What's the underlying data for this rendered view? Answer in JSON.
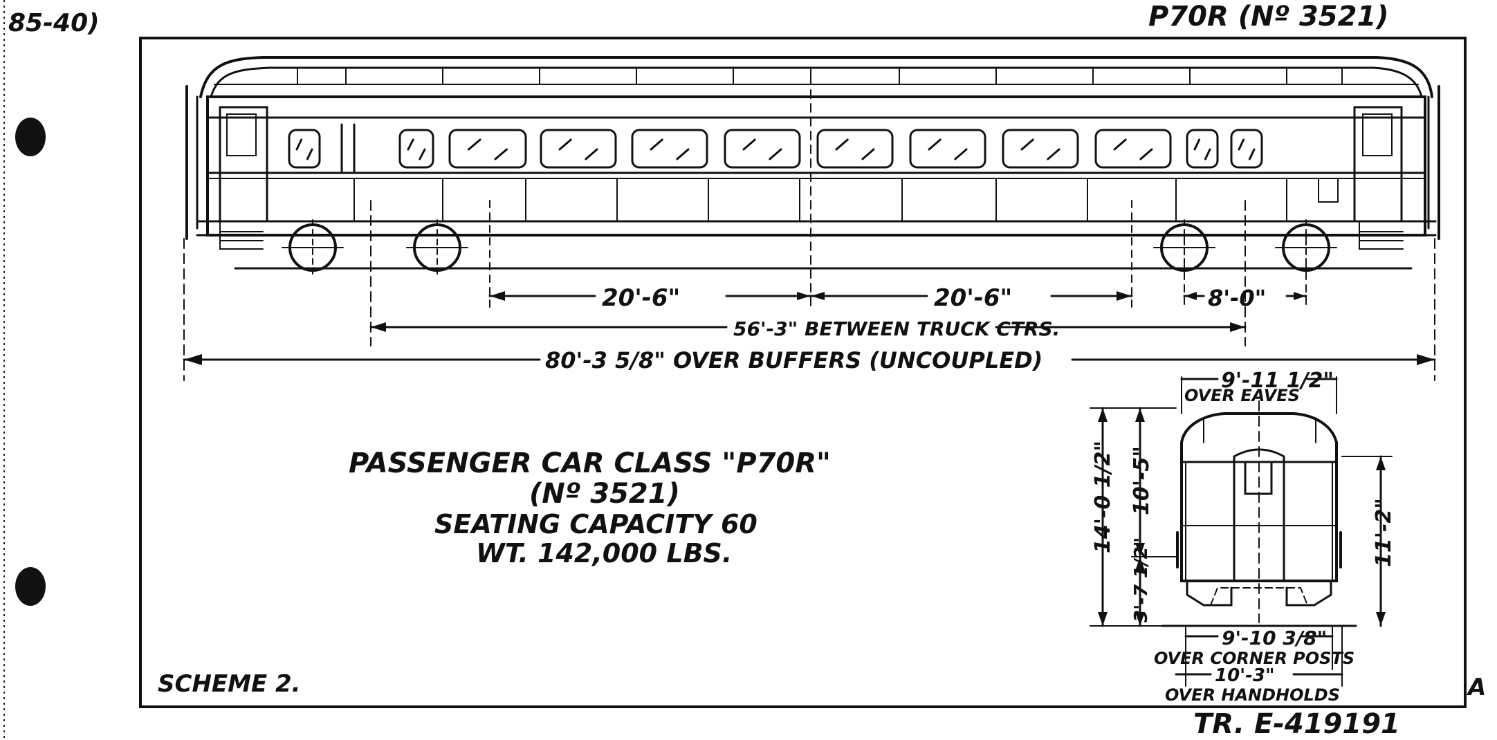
{
  "corner_top_left": "85-40)",
  "drawing_title_top_right": "P70R (Nº 3521)",
  "corner_mark_right": "A",
  "drawing_number": "TR. E-419191",
  "scheme": "SCHEME 2.",
  "title_block": {
    "line1": "PASSENGER CAR CLASS \"P70R\"",
    "line2": "(Nº 3521)",
    "line3": "SEATING CAPACITY 60",
    "line4": "WT. 142,000 LBS."
  },
  "side_elevation": {
    "dim_end_to_truck_left": "20'-6\"",
    "dim_end_to_truck_right": "20'-6\"",
    "dim_truck_wheelbase": "8'-0\"",
    "dim_between_truck_centers": "56'-3\" BETWEEN TRUCK CTRS.",
    "dim_over_buffers": "80'-3 5/8\" OVER BUFFERS (UNCOUPLED)"
  },
  "end_elevation": {
    "dim_over_eaves_value": "9'-11 1/2\"",
    "dim_over_eaves_label": "OVER EAVES",
    "dim_overall_height": "14'-0 1/2\"",
    "dim_roof_height": "10'-5\"",
    "dim_side_height": "11'-2\"",
    "dim_floor_height": "3'-7 1/2\"",
    "dim_corner_posts_value": "9'-10 3/8\"",
    "dim_corner_posts_label": "OVER CORNER POSTS",
    "dim_handholds_value": "10'-3\"",
    "dim_handholds_label": "OVER HANDHOLDS"
  }
}
